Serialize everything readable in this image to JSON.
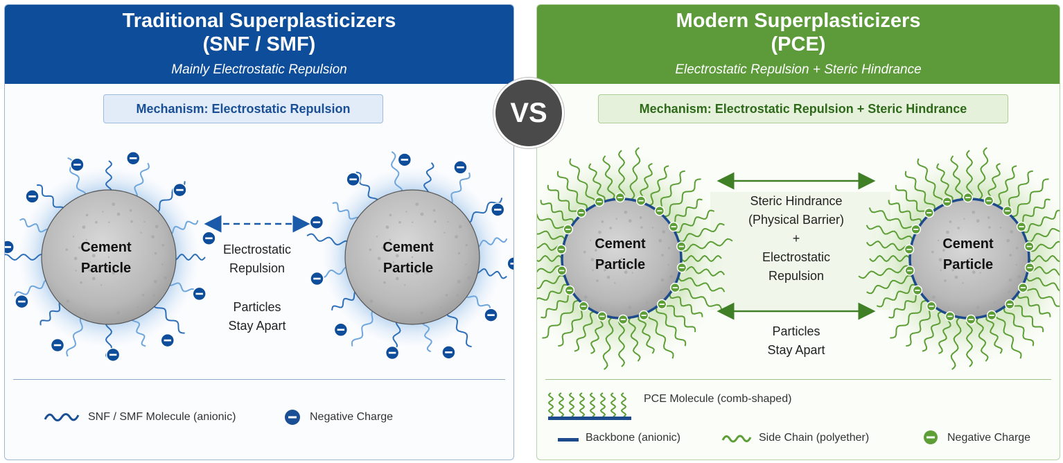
{
  "left": {
    "title_line1": "Traditional Superplasticizers",
    "title_line2": "(SNF / SMF)",
    "subtitle": "Mainly Electrostatic Repulsion",
    "mechanism": "Mechanism: Electrostatic Repulsion",
    "particle_label_1": "Cement",
    "particle_label_2": "Particle",
    "arrow_label_1": "Electrostatic",
    "arrow_label_2": "Repulsion",
    "apart_1": "Particles",
    "apart_2": "Stay Apart",
    "legend_molecule": "SNF / SMF Molecule (anionic)",
    "legend_charge": "Negative Charge",
    "color_primary": "#0e4d99",
    "color_chain": "#2e6fb8"
  },
  "vs": "VS",
  "right": {
    "title_line1": "Modern Superplasticizers",
    "title_line2": "(PCE)",
    "subtitle": "Electrostatic Repulsion + Steric Hindrance",
    "mechanism": "Mechanism: Electrostatic Repulsion + Steric Hindrance",
    "particle_label_1": "Cement",
    "particle_label_2": "Particle",
    "center_1": "Steric Hindrance",
    "center_2": "(Physical Barrier)",
    "center_3": "+",
    "center_4": "Electrostatic",
    "center_5": "Repulsion",
    "apart_1": "Particles",
    "apart_2": "Stay Apart",
    "legend_pce": "PCE Molecule (comb-shaped)",
    "legend_backbone": "Backbone (anionic)",
    "legend_sidechain": "Side Chain (polyether)",
    "legend_charge": "Negative Charge",
    "color_primary": "#5c9a3a",
    "color_backbone": "#1c4a8c",
    "color_chain": "#5d9e36"
  }
}
